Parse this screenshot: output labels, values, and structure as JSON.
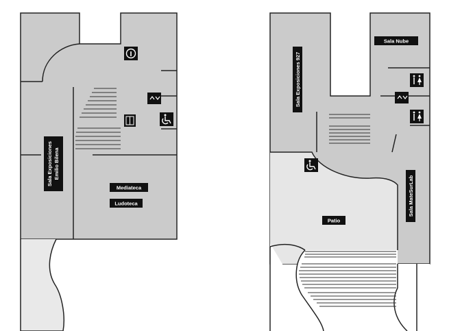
{
  "labels": {
    "sala_exposiciones_emilio_line1": "Sala Exposiciones",
    "sala_exposiciones_emilio_line2": "Emilio Bilena",
    "mediateca": "Mediateca",
    "ludoteca": "Ludoteca",
    "sala_nube": "Sala Nube",
    "sala_exposiciones_927": "Sala Exposiciones 927",
    "sala_matesurlab": "Sala MateSurLab",
    "patio": "Patio"
  },
  "icons": {
    "information": "information-icon",
    "elevator": "elevator-icon",
    "wheelchair": "wheelchair-accessible-icon",
    "restroom": "restroom-icon",
    "stairs": "stairs"
  },
  "colors": {
    "room_fill": "#cbcbcb",
    "patio_fill": "#e6e6e6",
    "walls": "#222222",
    "label_bg": "#111111",
    "label_text": "#ffffff"
  }
}
